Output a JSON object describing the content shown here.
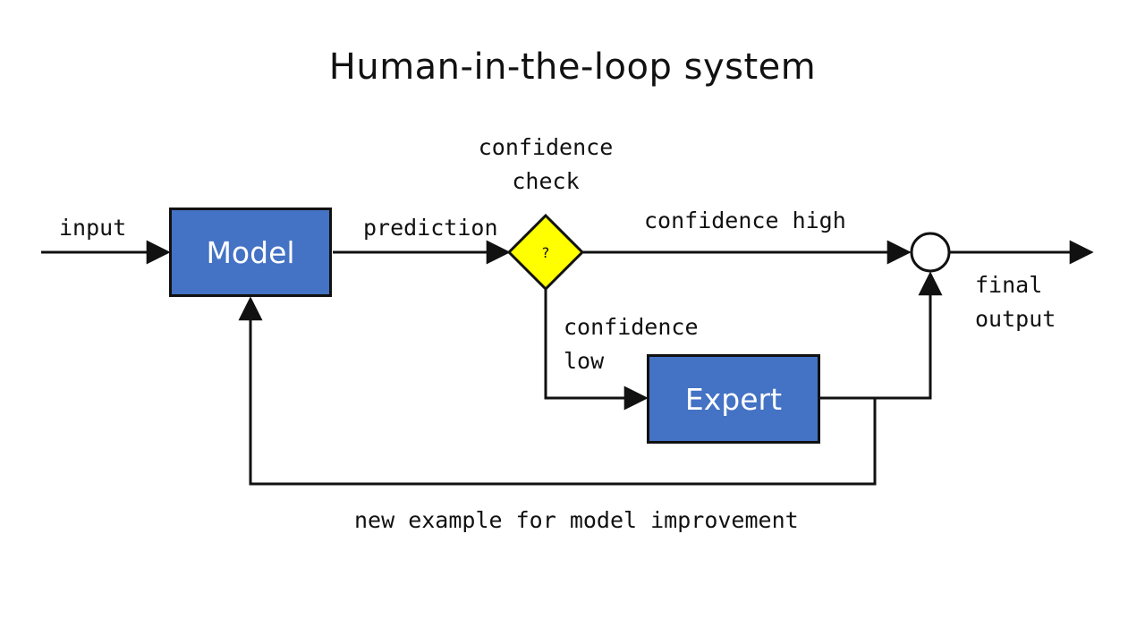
{
  "title": "Human-in-the-loop system",
  "nodes": {
    "model": "Model",
    "expert": "Expert",
    "decision_symbol": "?"
  },
  "labels": {
    "input": "input",
    "prediction": "prediction",
    "confidence_check_line1": "confidence",
    "confidence_check_line2": "check",
    "confidence_high": "confidence high",
    "confidence_low_line1": "confidence",
    "confidence_low_line2": "low",
    "final_output_line1": "final",
    "final_output_line2": "output",
    "feedback": "new example for model improvement"
  },
  "colors": {
    "box_fill": "#4472c4",
    "decision_fill": "#ffff00",
    "stroke": "#111111",
    "box_text": "#ffffff"
  }
}
